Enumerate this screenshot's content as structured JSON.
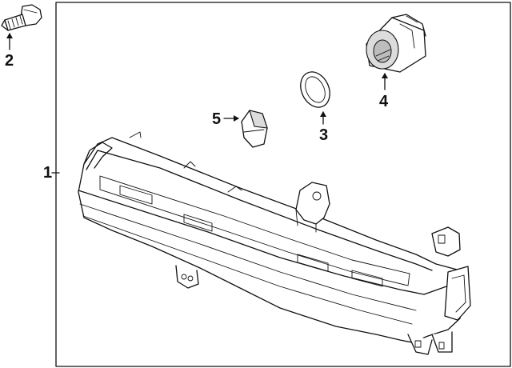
{
  "callouts": [
    {
      "id": "1",
      "label": "1"
    },
    {
      "id": "2",
      "label": "2"
    },
    {
      "id": "3",
      "label": "3"
    },
    {
      "id": "4",
      "label": "4"
    },
    {
      "id": "5",
      "label": "5"
    }
  ],
  "colors": {
    "line": "#111111",
    "background": "#ffffff",
    "shade": "#dcdcdc"
  }
}
